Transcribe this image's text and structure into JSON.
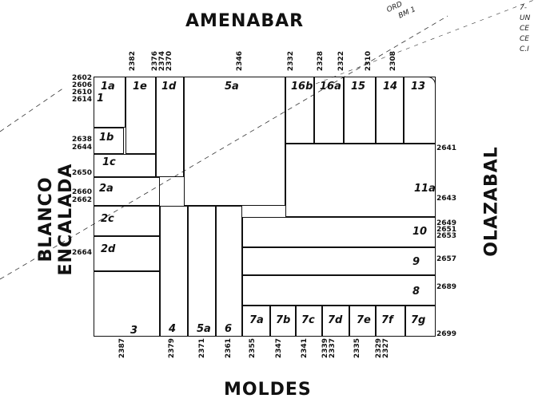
{
  "streets": {
    "top": "AMENABAR",
    "bottom": "MOLDES",
    "left": "BLANCO ENCALADA",
    "right": "OLAZABAL"
  },
  "notes": {
    "top_corner": [
      "ORD",
      "BM 1"
    ],
    "right_corner": [
      "7-",
      "UN",
      "CE",
      "CE",
      "C.I"
    ]
  },
  "lots": [
    "1a",
    "1e",
    "1d",
    "5a",
    "16b",
    "16a",
    "15",
    "14",
    "13",
    "1",
    "1b",
    "1c",
    "2a",
    "2c",
    "2d",
    "3",
    "4",
    "5a",
    "6",
    "11a",
    "10",
    "9",
    "8",
    "7a",
    "7b",
    "7c",
    "7d",
    "7e",
    "7f",
    "7g"
  ],
  "left_numbers": [
    "2602",
    "2606",
    "2610",
    "2614",
    "2638",
    "2644",
    "2650",
    "2660",
    "2662",
    "2664"
  ],
  "right_numbers": [
    "2641",
    "2643",
    "2649",
    "2651",
    "2653",
    "2657",
    "2689",
    "2699"
  ],
  "top_numbers": [
    "2382",
    "2376\n2374\n2370",
    "2346",
    "2332",
    "2328",
    "2322",
    "2310",
    "2308"
  ],
  "bottom_numbers": [
    "2387",
    "2379",
    "2371",
    "2361",
    "2355",
    "2347",
    "2341",
    "2339\n2337",
    "2335",
    "2329\n2327"
  ]
}
